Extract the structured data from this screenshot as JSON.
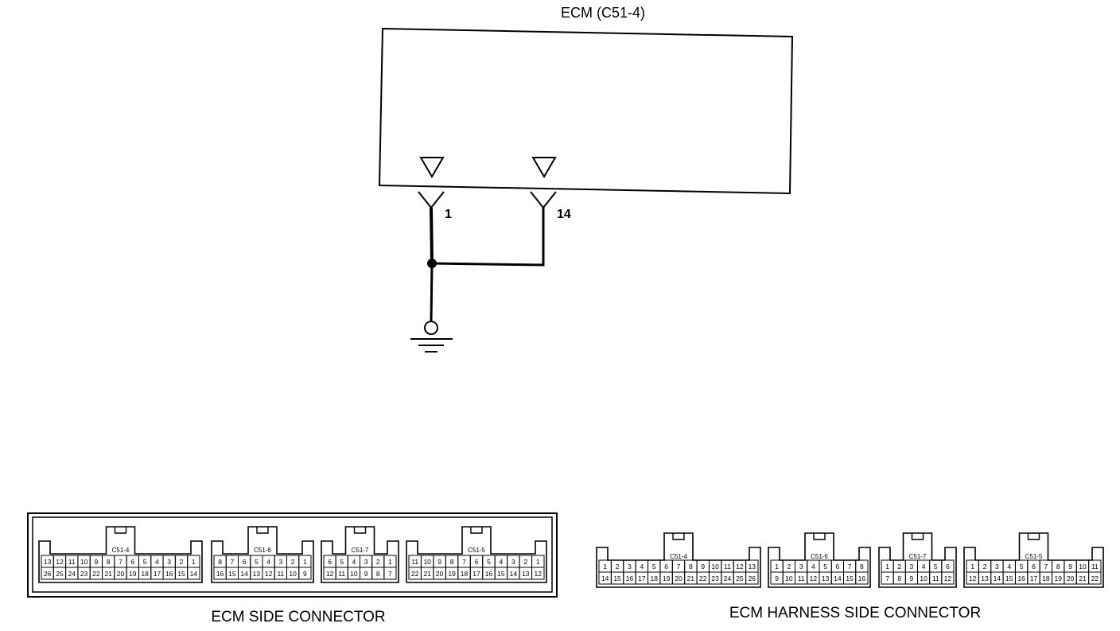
{
  "diagram": {
    "ecm_title": "ECM (C51-4)",
    "pins": [
      {
        "number": "1"
      },
      {
        "number": "14"
      }
    ],
    "ground_symbol": "ground-icon"
  },
  "ecm_side": {
    "caption": "ECM SIDE CONNECTOR",
    "connectors": [
      {
        "id": "C51-4",
        "rows": [
          [
            "13",
            "12",
            "11",
            "10",
            "9",
            "8",
            "7",
            "6",
            "5",
            "4",
            "3",
            "2",
            "1"
          ],
          [
            "26",
            "25",
            "24",
            "23",
            "22",
            "21",
            "20",
            "19",
            "18",
            "17",
            "16",
            "15",
            "14"
          ]
        ]
      },
      {
        "id": "C51-6",
        "rows": [
          [
            "8",
            "7",
            "6",
            "5",
            "4",
            "3",
            "2",
            "1"
          ],
          [
            "16",
            "15",
            "14",
            "13",
            "12",
            "11",
            "10",
            "9"
          ]
        ]
      },
      {
        "id": "C51-7",
        "rows": [
          [
            "6",
            "5",
            "4",
            "3",
            "2",
            "1"
          ],
          [
            "12",
            "11",
            "10",
            "9",
            "8",
            "7"
          ]
        ]
      },
      {
        "id": "C51-5",
        "rows": [
          [
            "11",
            "10",
            "9",
            "8",
            "7",
            "6",
            "5",
            "4",
            "3",
            "2",
            "1"
          ],
          [
            "22",
            "21",
            "20",
            "19",
            "18",
            "17",
            "16",
            "15",
            "14",
            "13",
            "12"
          ]
        ]
      }
    ]
  },
  "harness_side": {
    "caption": "ECM HARNESS SIDE CONNECTOR",
    "connectors": [
      {
        "id": "C51-4",
        "rows": [
          [
            "1",
            "2",
            "3",
            "4",
            "5",
            "6",
            "7",
            "8",
            "9",
            "10",
            "11",
            "12",
            "13"
          ],
          [
            "14",
            "15",
            "16",
            "17",
            "18",
            "19",
            "20",
            "21",
            "22",
            "23",
            "24",
            "25",
            "26"
          ]
        ]
      },
      {
        "id": "C51-6",
        "rows": [
          [
            "1",
            "2",
            "3",
            "4",
            "5",
            "6",
            "7",
            "8"
          ],
          [
            "9",
            "10",
            "11",
            "12",
            "13",
            "14",
            "15",
            "16"
          ]
        ]
      },
      {
        "id": "C51-7",
        "rows": [
          [
            "1",
            "2",
            "3",
            "4",
            "5",
            "6"
          ],
          [
            "7",
            "8",
            "9",
            "10",
            "11",
            "12"
          ]
        ]
      },
      {
        "id": "C51-5",
        "rows": [
          [
            "1",
            "2",
            "3",
            "4",
            "5",
            "6",
            "7",
            "8",
            "9",
            "10",
            "11"
          ],
          [
            "12",
            "13",
            "14",
            "15",
            "16",
            "17",
            "18",
            "19",
            "20",
            "21",
            "22"
          ]
        ]
      }
    ]
  }
}
